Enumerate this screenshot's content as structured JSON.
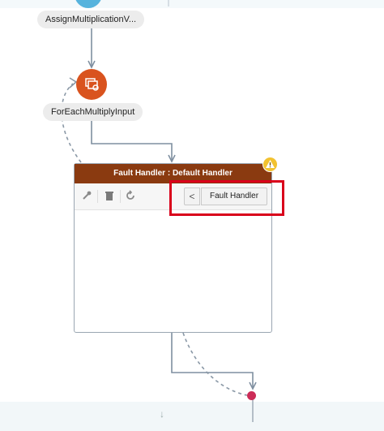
{
  "nodes": {
    "assign_label": "AssignMultiplicationV...",
    "foreach_label": "ForEachMultiplyInput"
  },
  "fault_handler": {
    "title": "Fault Handler : Default Handler",
    "nav_prev_glyph": "<",
    "nav_label": "Fault Handler"
  },
  "icons": {
    "warning": "warning-triangle-icon",
    "foreach": "loop-icon"
  },
  "colors": {
    "assign_node": "#56b3dd",
    "foreach_node": "#d9531e",
    "fault_header": "#8a3a10",
    "highlight": "#d9001b",
    "end_dot": "#cc2c57"
  }
}
